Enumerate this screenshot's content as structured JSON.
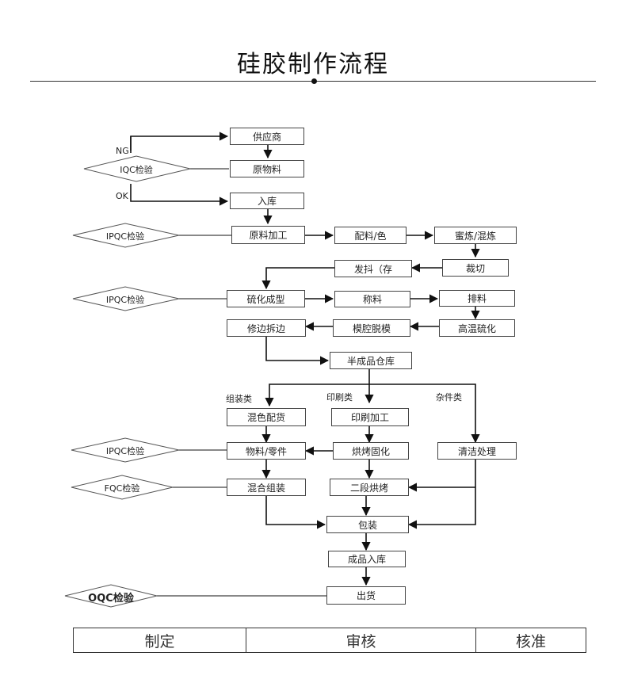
{
  "title": "硅胶制作流程",
  "boxes": {
    "supplier": "供应商",
    "raw_material": "原物料",
    "warehouse_in": "入库",
    "raw_processing": "原料加工",
    "mixing_color": "配料/色",
    "milling": "蜜炼/混炼",
    "cutting": "裁切",
    "dispatch": "发抖（存",
    "vulcanize_forming": "硫化成型",
    "weighing": "称料",
    "arranging": "排料",
    "trimming": "修边拆边",
    "demolding": "模腔脱模",
    "high_temp_vulcanize": "高温硫化",
    "semi_warehouse": "半成品仓库",
    "mixed_color_goods": "混色配货",
    "print_processing": "印刷加工",
    "parts": "物料/零件",
    "baking_cure": "烘烤固化",
    "cleaning": "清洁处理",
    "mixed_assembly": "混合组装",
    "second_baking": "二段烘烤",
    "packaging": "包装",
    "finished_warehouse": "成品入库",
    "shipping": "出货"
  },
  "inspections": {
    "iqc": "IQC检验",
    "ipqc1": "IPQC检验",
    "ipqc2": "IPQC检验",
    "ipqc3": "IPQC检验",
    "fqc": "FQC检验",
    "oqc": "OQC检验"
  },
  "labels": {
    "ng": "NG",
    "ok": "OK",
    "assembly": "组装类",
    "printing": "印刷类",
    "misc": "杂件类"
  },
  "signoff": [
    "制定",
    "审核",
    "核准"
  ]
}
